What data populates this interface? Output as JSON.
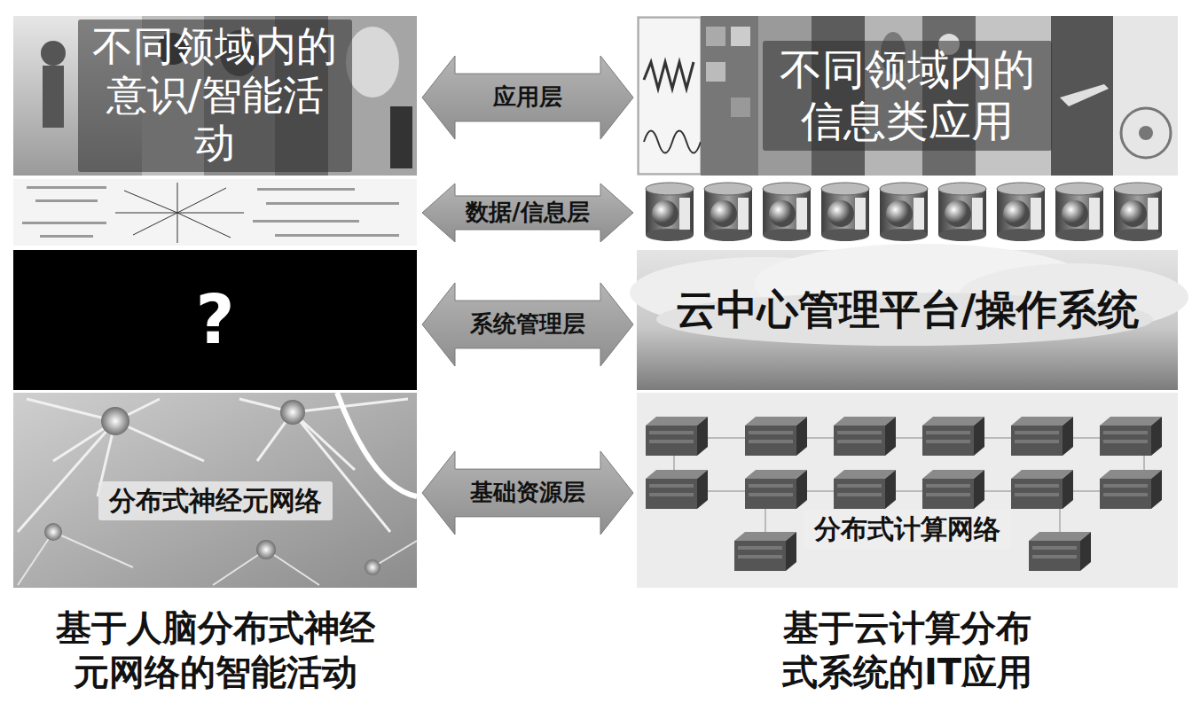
{
  "diagram": {
    "nodes": [
      {
        "text": [
          "不同领域内的 意识/智能活动"
        ]
      },
      {
        "text": [
          "应用层"
        ]
      },
      {
        "text": [
          "不同领域内的 信息类应用"
        ]
      },
      {
        "text": [
          "数据/信息层"
        ]
      },
      {
        "text": [
          "?"
        ]
      },
      {
        "text": [
          "系统管理层"
        ]
      },
      {
        "text": [
          "云中心管理平台/操作系统"
        ]
      },
      {
        "text": [
          "基础资源层"
        ]
      },
      {
        "text": [
          "分布式神经元网络"
        ]
      },
      {
        "text": [
          "分布式计算网络"
        ]
      }
    ],
    "labels": [
      "基于人脑分布式神经元网络的智能活动",
      "基于云计算分布式系统的IT应用"
    ]
  }
}
